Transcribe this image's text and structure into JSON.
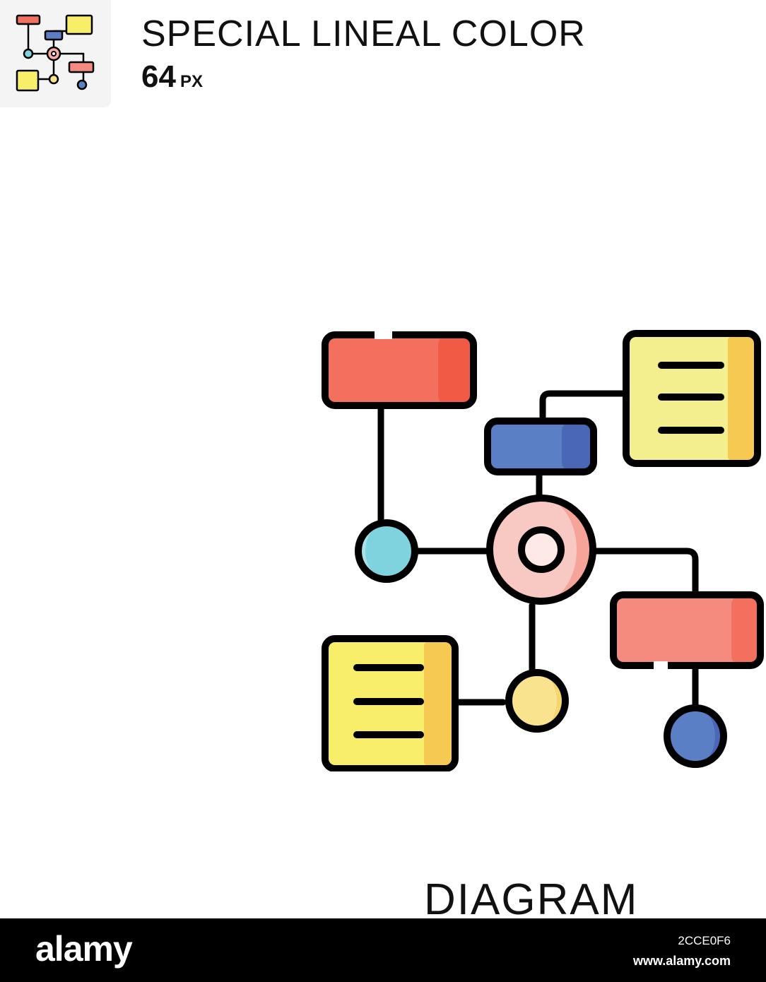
{
  "header": {
    "title": "SPECIAL LINEAL COLOR",
    "size_value": "64",
    "size_unit": "PX"
  },
  "icon": {
    "name": "DIAGRAM",
    "semantic": "flowchart-diagram-icon"
  },
  "colors": {
    "red": "#f36f5e",
    "blue": "#5b7fc5",
    "yellow": "#f9ee6a",
    "pink": "#f8aaa3",
    "cyan": "#7fd3df",
    "light_yellow": "#f9e38e",
    "outline": "#000000"
  },
  "footer": {
    "brand": "alamy",
    "image_id": "2CCE0F6",
    "site": "www.alamy.com"
  }
}
